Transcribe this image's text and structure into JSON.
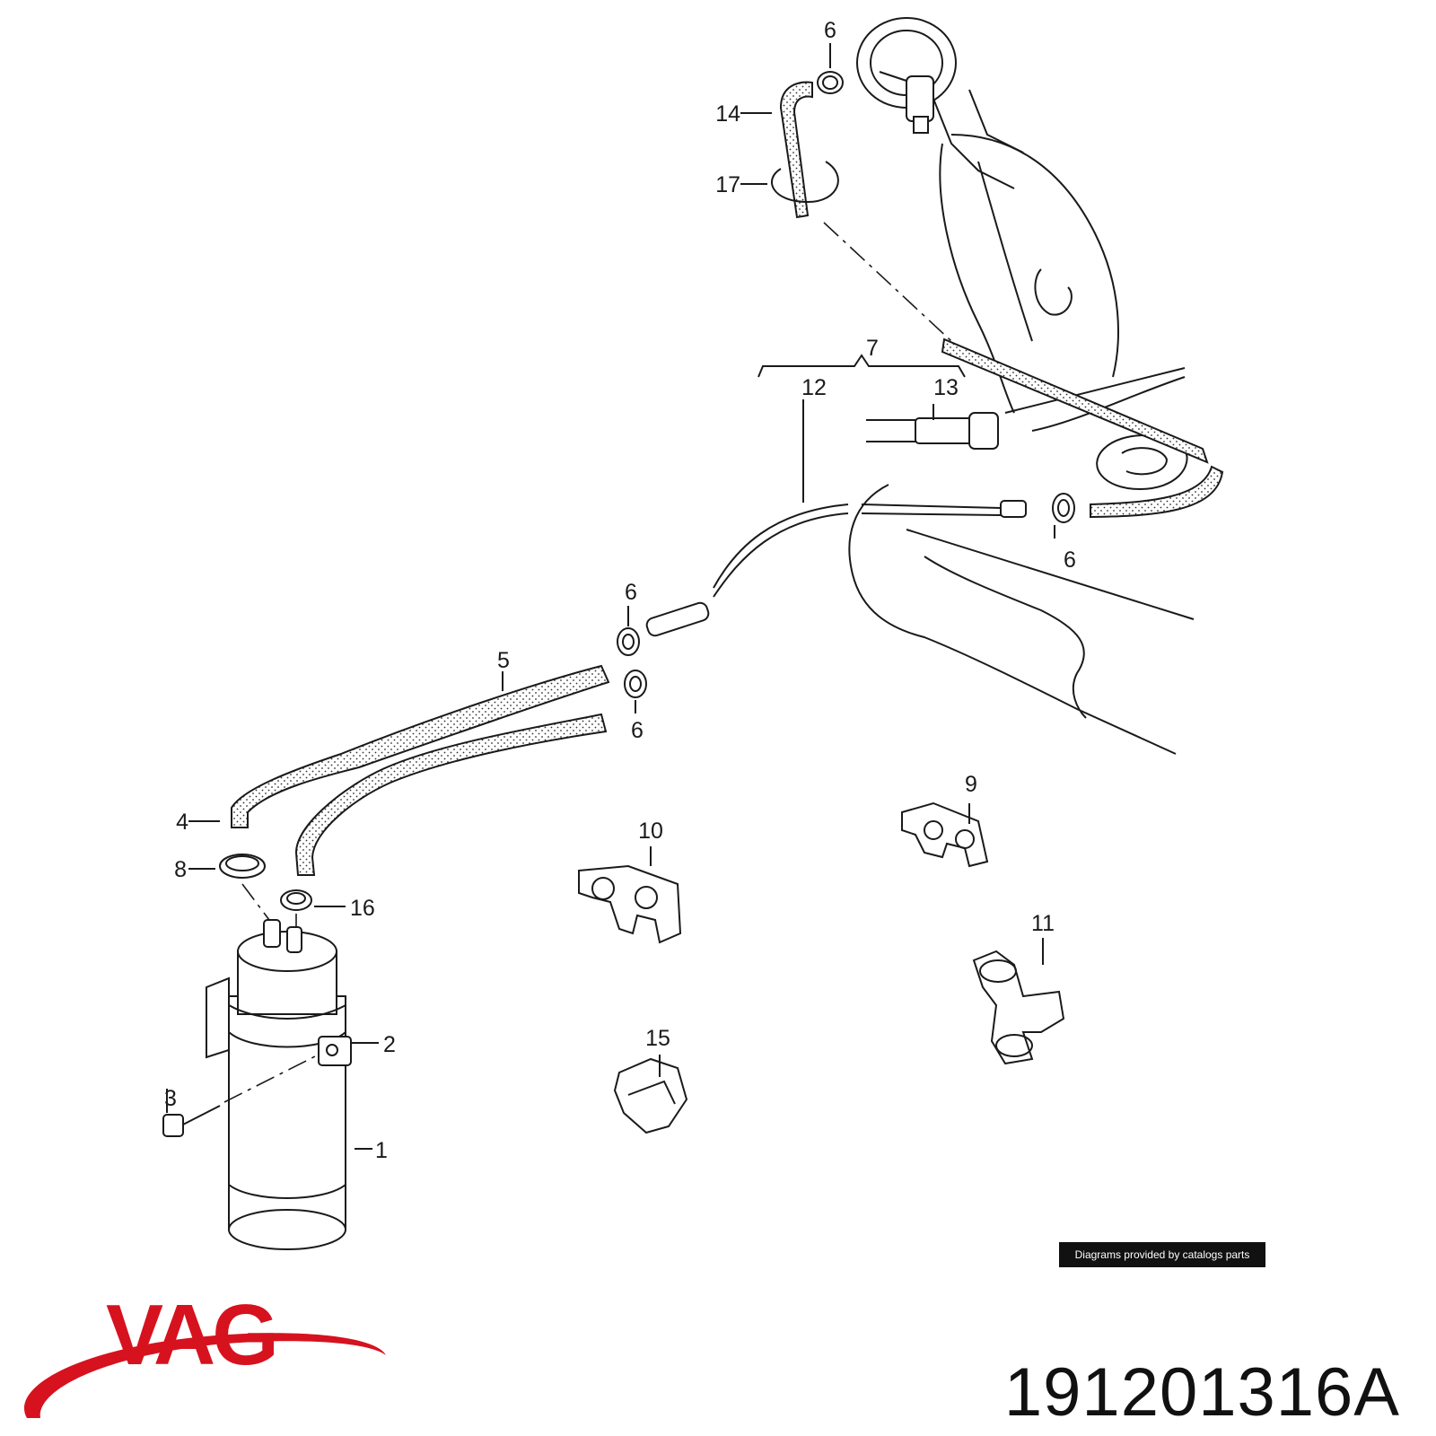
{
  "logo": {
    "text": "VAG",
    "color": "#d6121f"
  },
  "credit": "Diagrams provided by catalogs parts",
  "part_number": "191201316A",
  "callouts": [
    "1",
    "2",
    "3",
    "4",
    "5",
    "6",
    "6",
    "6",
    "6",
    "7",
    "8",
    "9",
    "10",
    "11",
    "12",
    "13",
    "14",
    "15",
    "16",
    "17"
  ]
}
